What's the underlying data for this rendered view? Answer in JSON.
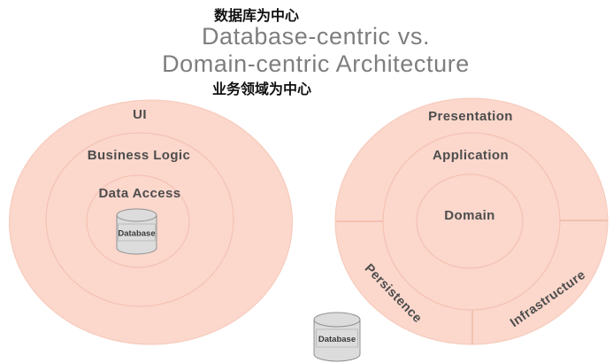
{
  "header": {
    "cn_top": "数据库为中心",
    "title_line1": "Database-centric vs.",
    "title_line2": "Domain-centric Architecture",
    "cn_bottom": "业务领域为中心"
  },
  "left_diagram": {
    "rings": [
      "UI",
      "Business Logic",
      "Data Access"
    ],
    "database_label": "Database"
  },
  "right_diagram": {
    "rings": [
      "Presentation",
      "Application",
      "Domain"
    ],
    "segments": [
      "Persistence",
      "Infrastructure"
    ],
    "database_label": "Database"
  },
  "colors": {
    "background": "#ffffff",
    "circle_fill": "#fbd7cc",
    "rim_stroke": "#f6c8b8",
    "ring_stroke": "#f3bfae",
    "divider_stroke": "#eeb49f",
    "label_text": "#4d4d4d",
    "title_text": "#7e7e7e",
    "cn_text": "#111111",
    "cylinder_fill": "#dcdcdc",
    "cylinder_stroke": "#909090",
    "label_box_stroke": "#b3b3b3",
    "db_text": "#3a3a3a"
  }
}
